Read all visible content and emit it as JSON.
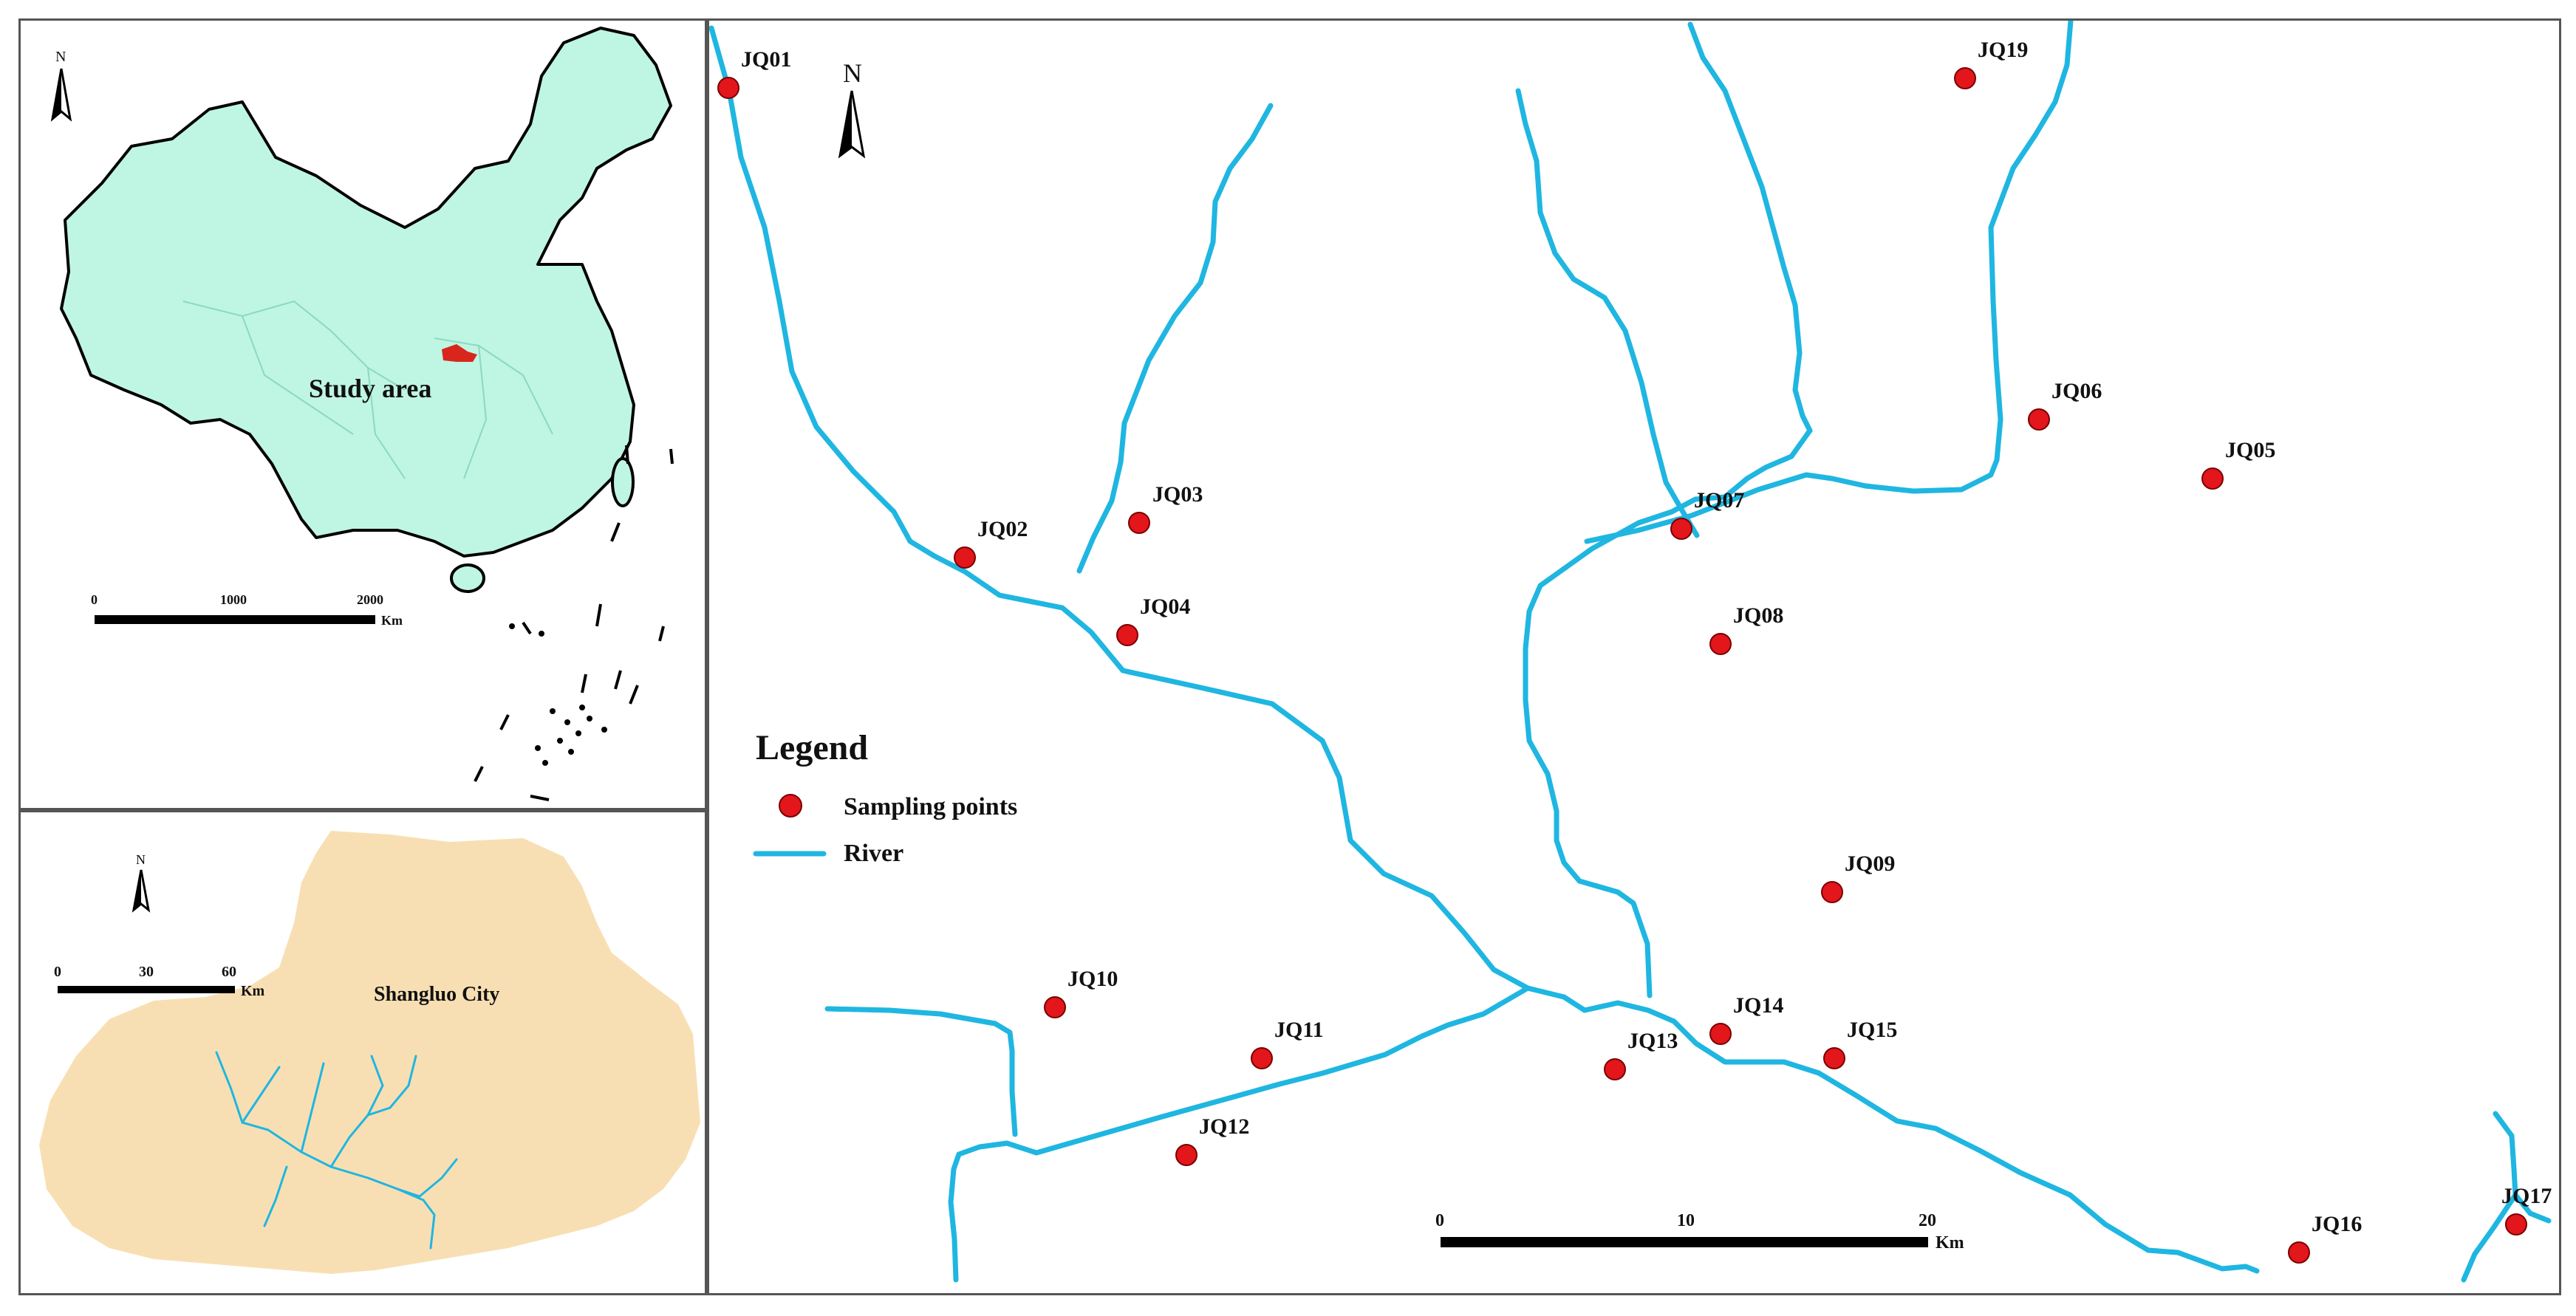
{
  "inset_china": {
    "north_label": "N",
    "region_label": "Study area",
    "scale": {
      "ticks": [
        "0",
        "1000",
        "2000"
      ],
      "unit": "Km"
    }
  },
  "inset_city": {
    "north_label": "N",
    "region_label": "Shangluo City",
    "scale": {
      "ticks": [
        "0",
        "30",
        "60"
      ],
      "unit": "Km"
    }
  },
  "main_map": {
    "north_label": "N",
    "legend": {
      "title": "Legend",
      "items": [
        {
          "label": "Sampling points",
          "symbol": "red-dot-icon"
        },
        {
          "label": "River",
          "symbol": "blue-line-icon"
        }
      ]
    },
    "scale": {
      "ticks": [
        "0",
        "10",
        "20"
      ],
      "unit": "Km"
    },
    "sampling_points": [
      "JQ01",
      "JQ02",
      "JQ03",
      "JQ04",
      "JQ05",
      "JQ06",
      "JQ07",
      "JQ08",
      "JQ09",
      "JQ10",
      "JQ11",
      "JQ12",
      "JQ13",
      "JQ14",
      "JQ15",
      "JQ16",
      "JQ17",
      "JQ19"
    ]
  },
  "colors": {
    "river": "#1fb6e1",
    "point_fill": "#e3161b",
    "china_fill": "#bff5e3",
    "city_fill": "#f8dfb3",
    "study_area": "#d9261c"
  }
}
